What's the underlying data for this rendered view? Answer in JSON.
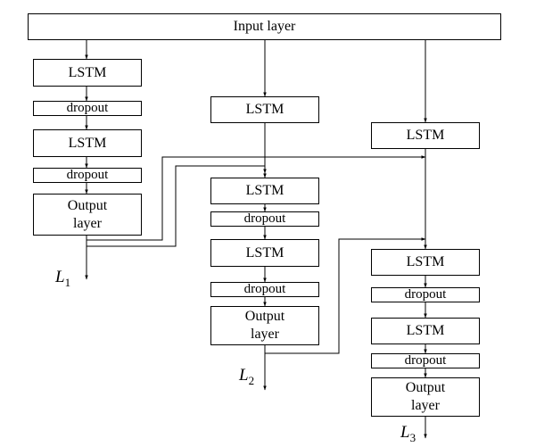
{
  "input_layer": {
    "label": "Input layer"
  },
  "branches": [
    {
      "boxes": [
        "LSTM",
        "dropout",
        "LSTM",
        "dropout",
        "Output\nlayer"
      ],
      "output": {
        "symbol": "L",
        "index": "1"
      }
    },
    {
      "boxes": [
        "LSTM",
        "LSTM",
        "dropout",
        "LSTM",
        "dropout",
        "Output\nlayer"
      ],
      "output": {
        "symbol": "L",
        "index": "2"
      }
    },
    {
      "boxes": [
        "LSTM",
        "LSTM",
        "dropout",
        "LSTM",
        "dropout",
        "Output\nlayer"
      ],
      "output": {
        "symbol": "L",
        "index": "3"
      }
    }
  ],
  "colors": {
    "stroke": "#000000",
    "background": "#ffffff"
  }
}
